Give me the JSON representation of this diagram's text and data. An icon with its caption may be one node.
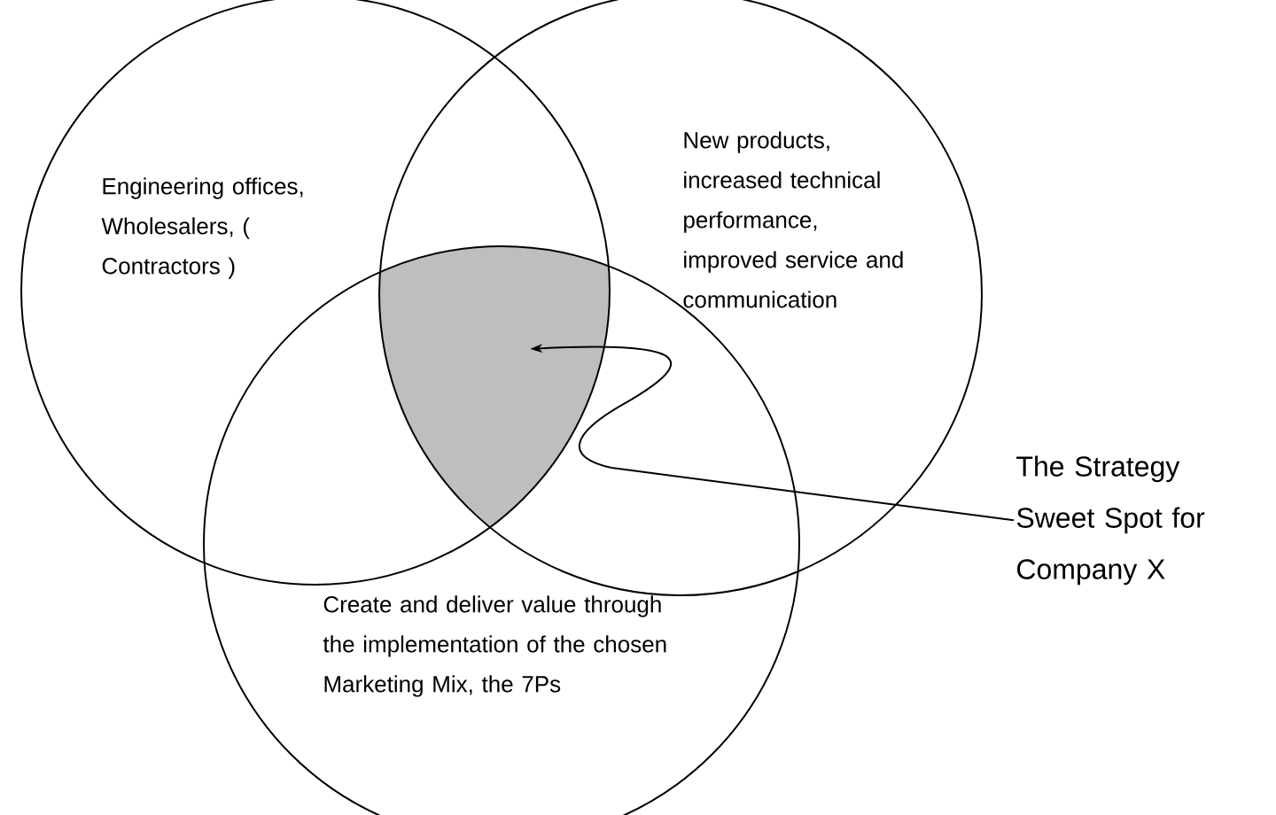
{
  "diagram": {
    "nodes": [
      {
        "text": [
          "Engineering offices, Wholesalers, ( Contractors )"
        ]
      },
      {
        "text": [
          "New products, increased technical performance, improved service and communication"
        ]
      },
      {
        "text": [
          "Create and deliver value through the implementation of the chosen Marketing Mix, the 7Ps"
        ]
      },
      {
        "text": [],
        "shape": "region"
      },
      {
        "text": [
          "The Strategy Sweet Spot for Company X"
        ]
      }
    ],
    "edges": [
      {
        "from": 4,
        "to": 3,
        "arrow": "to"
      }
    ]
  }
}
